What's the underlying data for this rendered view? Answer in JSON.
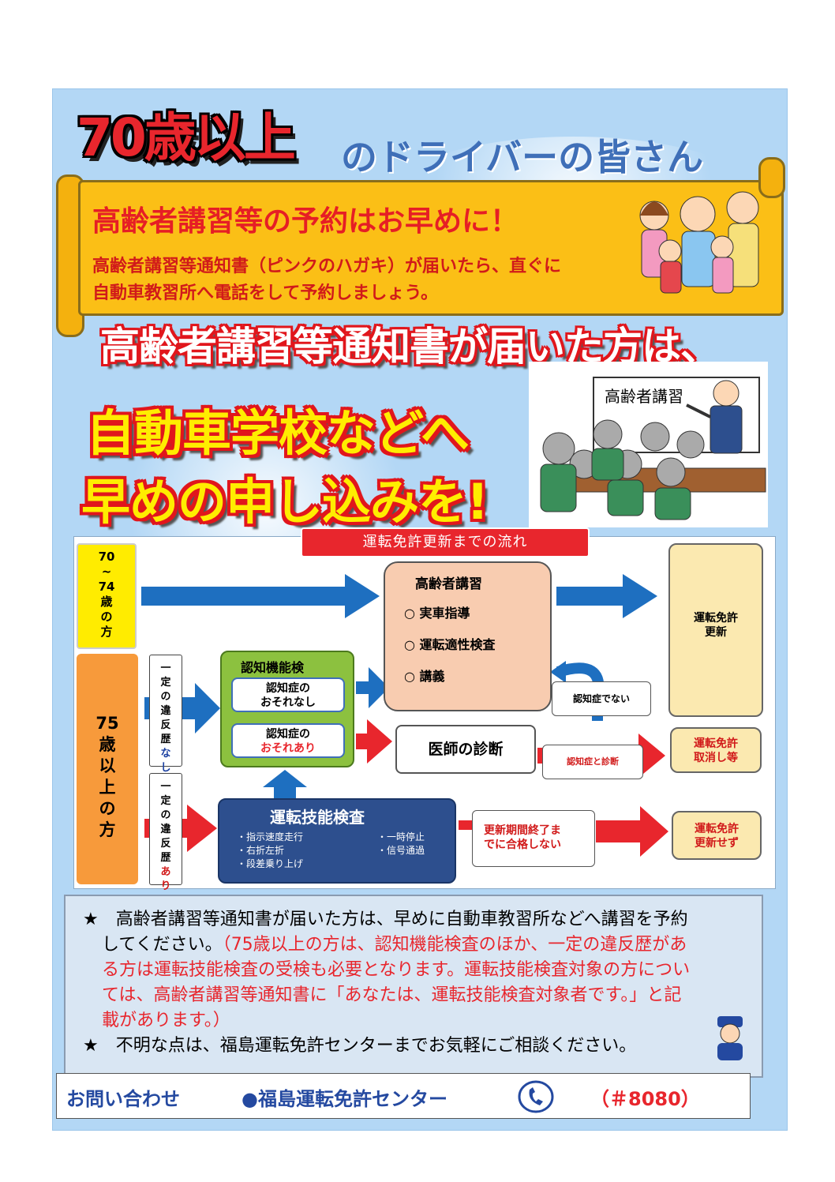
{
  "header": {
    "big_title": "70歳以上",
    "sub_title": "のドライバーの皆さん"
  },
  "banner": {
    "heading": "高齢者講習等の予約はお早めに！",
    "line1": "高齢者講習等通知書（ピンクのハガキ）が届いたら、直ぐに",
    "line2": "自動車教習所へ電話をして予約しましょう。"
  },
  "headline": {
    "line1": "高齢者講習等通知書が届いた方は、",
    "line2": "自動車学校などへ",
    "line3": "早めの申し込みを!"
  },
  "lecture_board": "高齢者講習",
  "flow": {
    "title": "運転免許更新までの流れ",
    "age70": [
      "70",
      "~",
      "74",
      "歳",
      "の",
      "方"
    ],
    "age75": [
      "75",
      "歳",
      "以",
      "上",
      "の",
      "方"
    ],
    "no_violation": [
      "一",
      "定",
      "の",
      "違",
      "反",
      "歴",
      "な",
      "し"
    ],
    "violation": [
      "一",
      "定",
      "の",
      "違",
      "反",
      "歴",
      "あ",
      "り"
    ],
    "koureisha": {
      "title": "高齢者講習",
      "items": [
        "○ 実車指導",
        "○ 運転適性検査",
        "○ 講義"
      ]
    },
    "renew": [
      "運転免許",
      "更新"
    ],
    "ninchi": {
      "title": "認知機能検",
      "nashi_l1": "認知症の",
      "nashi_l2": "おそれなし",
      "ari_l1": "認知症の",
      "ari_l2": "おそれあり"
    },
    "not_dementia": "認知症でない",
    "doctor": "医師の診断",
    "dementia": "認知症と診断",
    "cancel": [
      "運転免許",
      "取消し等"
    ],
    "skill": {
      "title": "運転技能検査",
      "items": [
        "・指示速度走行",
        "・一時停止",
        "・右折左折",
        "・信号通過",
        "・段差乗り上げ"
      ]
    },
    "fail": [
      "更新期間終了ま",
      "でに合格しない"
    ],
    "no_renew": [
      "運転免許",
      "更新せず"
    ]
  },
  "notes": {
    "l1": "★　高齢者講習等通知書が届いた方は、早めに自動車教習所などへ講習を予約",
    "l2a": "してください。",
    "l2b": "（75歳以上の方は、認知機能検査のほか、一定の違反歴があ",
    "l3": "る方は運転技能検査の受検も必要となります。運転技能検査対象の方につい",
    "l4": "ては、高齢者講習等通知書に「あなたは、運転技能検査対象者です。」と記",
    "l5": "載があります。）",
    "l6": "★　不明な点は、福島運転免許センターまでお気軽にご相談ください。"
  },
  "contact": {
    "label": "お問い合わせ",
    "center": "●福島運転免許センター",
    "number": "（＃8080）"
  },
  "colors": {
    "poster_bg": "#b3d7f5",
    "red": "#e8262d",
    "yellow": "#ffed00",
    "blue_arrow": "#1e6fc0",
    "banner": "#fbbf16"
  }
}
